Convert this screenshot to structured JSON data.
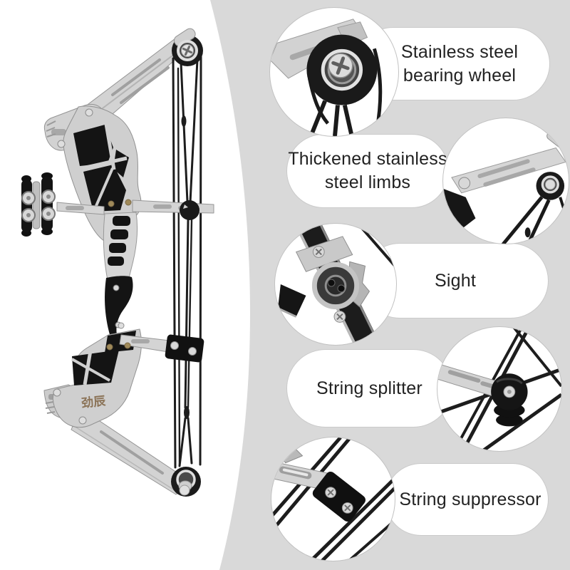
{
  "background": {
    "panel_gray": "#d9d9d9",
    "panel_white": "#ffffff",
    "label_text_color": "#222222"
  },
  "product_photo": {
    "subject": "compound bow",
    "logo_text": "劲辰"
  },
  "callouts": [
    {
      "id": "bearing-wheel",
      "line1": "Stainless steel",
      "line2": "bearing wheel",
      "photo_side": "left"
    },
    {
      "id": "steel-limbs",
      "line1": "Thickened stainless",
      "line2": "steel limbs",
      "photo_side": "right"
    },
    {
      "id": "sight",
      "line1": "Sight",
      "line2": "",
      "photo_side": "left"
    },
    {
      "id": "string-splitter",
      "line1": "String splitter",
      "line2": "",
      "photo_side": "right"
    },
    {
      "id": "string-suppressor",
      "line1": "String suppressor",
      "line2": "",
      "photo_side": "left"
    }
  ]
}
